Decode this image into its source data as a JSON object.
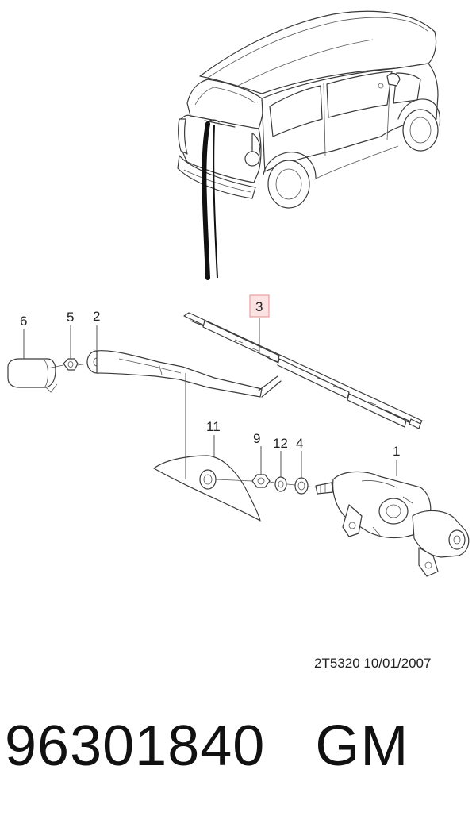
{
  "callouts": {
    "c1": "1",
    "c2": "2",
    "c3": "3",
    "c4": "4",
    "c5": "5",
    "c6": "6",
    "c9": "9",
    "c11": "11",
    "c12": "12"
  },
  "highlight_callout": "3",
  "colors": {
    "highlight_border": "#e8a0a0",
    "highlight_fill": "#fbe3e3",
    "line": "#3a3a3a"
  },
  "footer": {
    "drawing_code": "2T5320  10/01/2007",
    "part_number": "96301840",
    "brand": "GM"
  }
}
